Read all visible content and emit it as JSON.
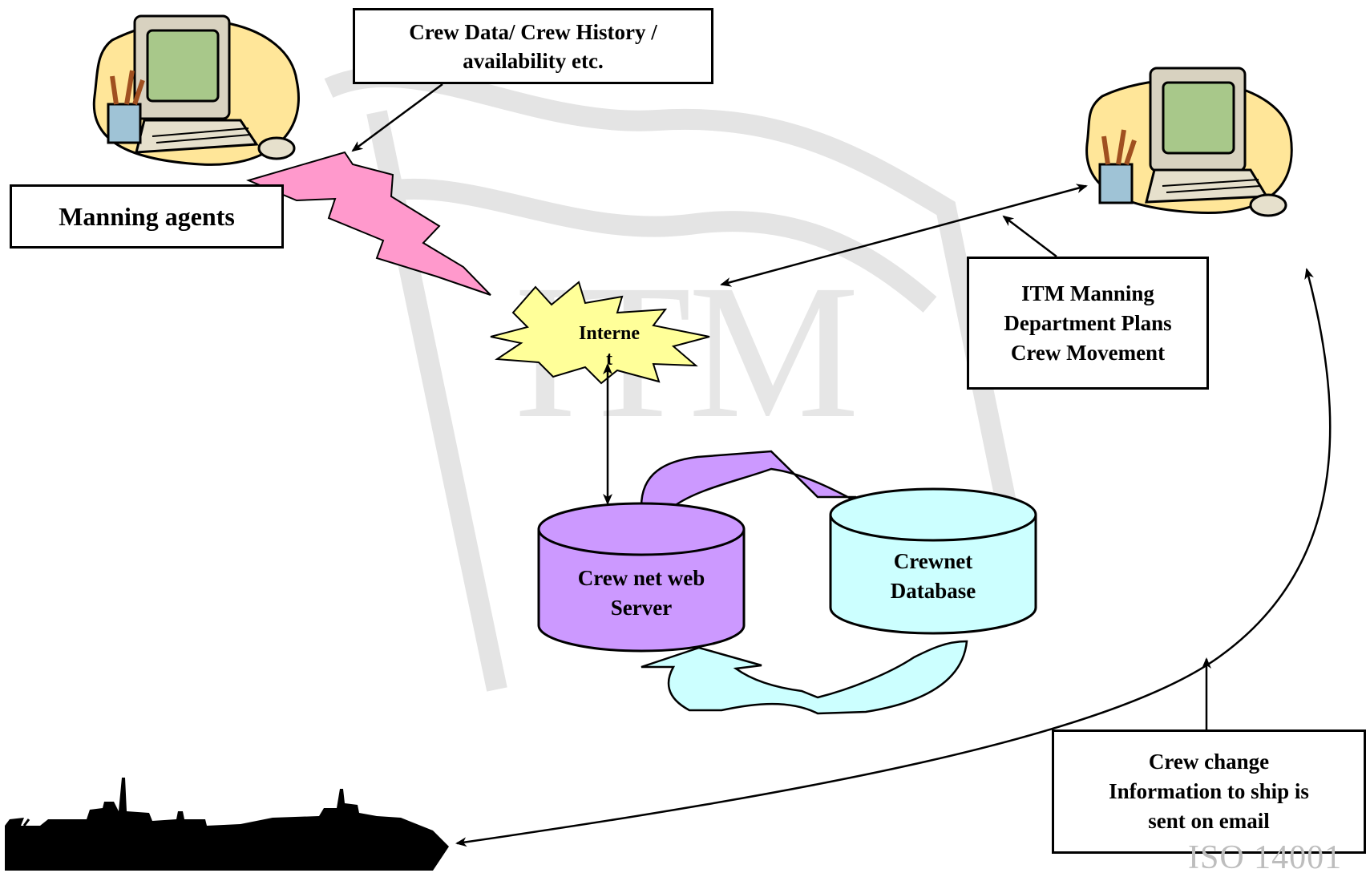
{
  "boxes": {
    "crew_data": [
      "Crew Data/ Crew History /",
      "availability etc."
    ],
    "manning_agents": "Manning agents",
    "itm_manning": [
      "ITM Manning",
      "Department Plans",
      "Crew Movement"
    ],
    "crew_change": [
      "Crew change",
      "Information to ship is",
      "sent on email"
    ]
  },
  "nodes": {
    "internet": [
      "Interne",
      "t"
    ],
    "web_server": [
      "Crew net web",
      "Server"
    ],
    "database": [
      "Crewnet",
      "Database"
    ]
  },
  "watermarks": {
    "logo": "ITM",
    "iso": "ISO 14001"
  },
  "colors": {
    "web_server": "#cc99ff",
    "database": "#ccffff",
    "lightning": "#ff99cc",
    "internet_burst": "#ffff99",
    "sync_arrow_top": "#cc99ff",
    "sync_arrow_bottom": "#ccffff",
    "monitor_screen": "#a8c88a",
    "desk_blob": "#ffe699"
  },
  "icons": [
    "computer-icon",
    "ship-silhouette-icon"
  ]
}
